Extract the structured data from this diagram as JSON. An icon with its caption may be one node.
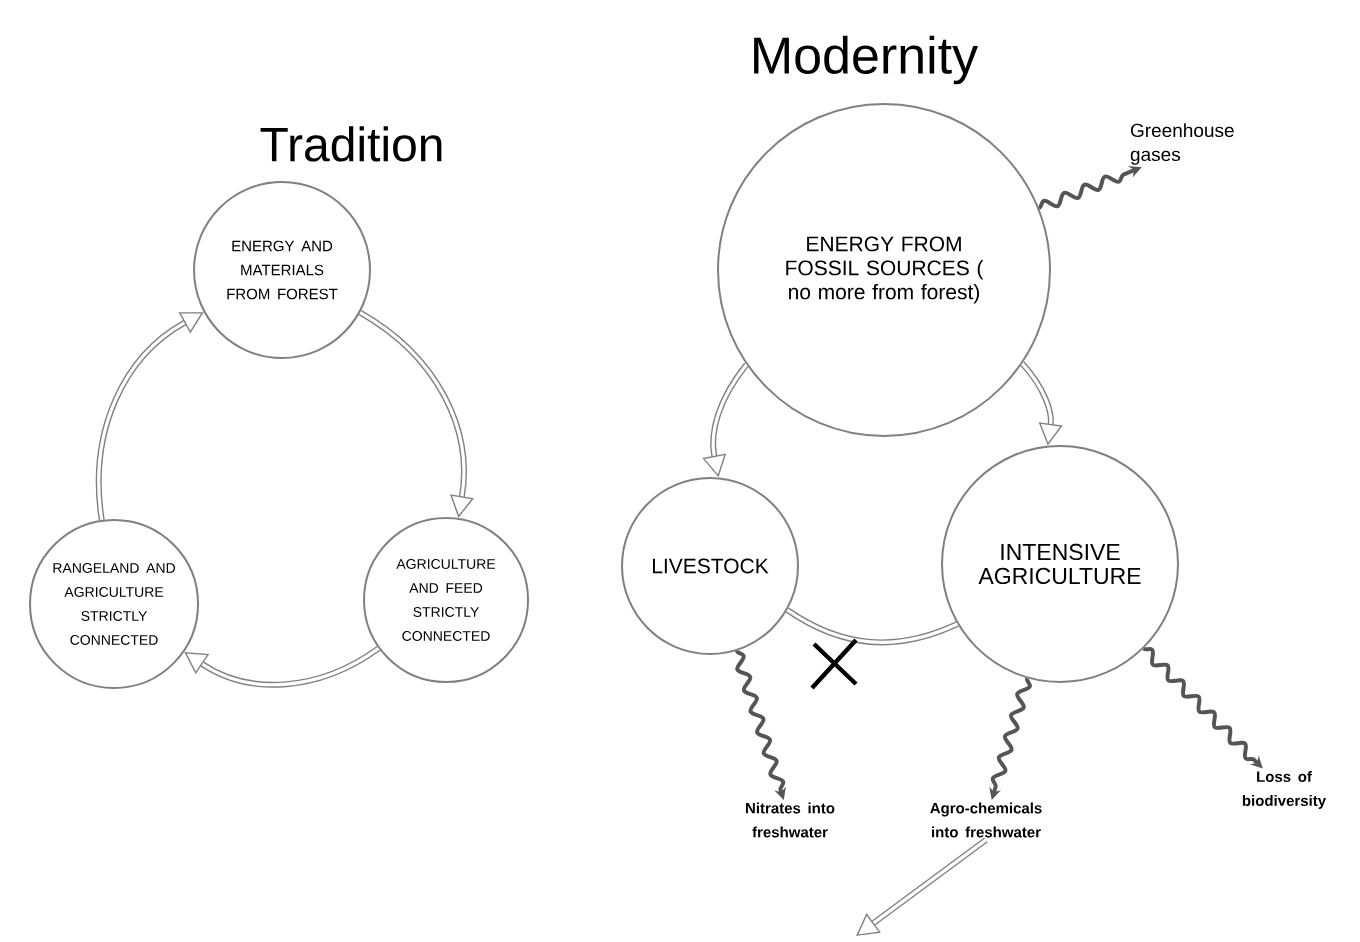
{
  "diagram": {
    "nodes": [
      {
        "text": [
          "ENERGY AND MATERIALS FROM FOREST"
        ]
      },
      {
        "text": [
          "AGRICULTURE AND FEED STRICTLY CONNECTED"
        ]
      },
      {
        "text": [
          "RANGELAND AND AGRICULTURE STRICTLY CONNECTED"
        ]
      },
      {
        "text": [
          "ENERGY FROM FOSSIL SOURCES ( no more from forest)"
        ]
      },
      {
        "text": [
          "LIVESTOCK"
        ]
      },
      {
        "text": [
          "INTENSIVE AGRICULTURE"
        ]
      },
      {
        "text": [
          "Greenhouse gases"
        ]
      },
      {
        "text": [
          "Loss of biodiversity"
        ]
      },
      {
        "text": [
          "Nitrates into freshwater"
        ]
      },
      {
        "text": [
          "Agro-chemicals into freshwater"
        ]
      }
    ],
    "edges": [
      {
        "from": 0,
        "to": 1,
        "arrow": "to"
      },
      {
        "from": 1,
        "to": 2,
        "arrow": "to"
      },
      {
        "from": 2,
        "to": 0,
        "arrow": "to"
      },
      {
        "from": 3,
        "to": 4,
        "arrow": "to"
      },
      {
        "from": 3,
        "to": 5,
        "arrow": "to"
      },
      {
        "from": 4,
        "to": 5,
        "arrow": "none"
      },
      {
        "from": 3,
        "to": 6,
        "arrow": "to",
        "color": "#555555"
      },
      {
        "from": 5,
        "to": 7,
        "arrow": "to",
        "color": "#555555"
      },
      {
        "from": 4,
        "to": 8,
        "arrow": "to",
        "color": "#555555"
      },
      {
        "from": 5,
        "to": 9,
        "arrow": "to",
        "color": "#555555"
      },
      {
        "from": 9,
        "to": null,
        "arrow": "to"
      }
    ],
    "labels": [
      "Tradition",
      "Modernity"
    ]
  }
}
